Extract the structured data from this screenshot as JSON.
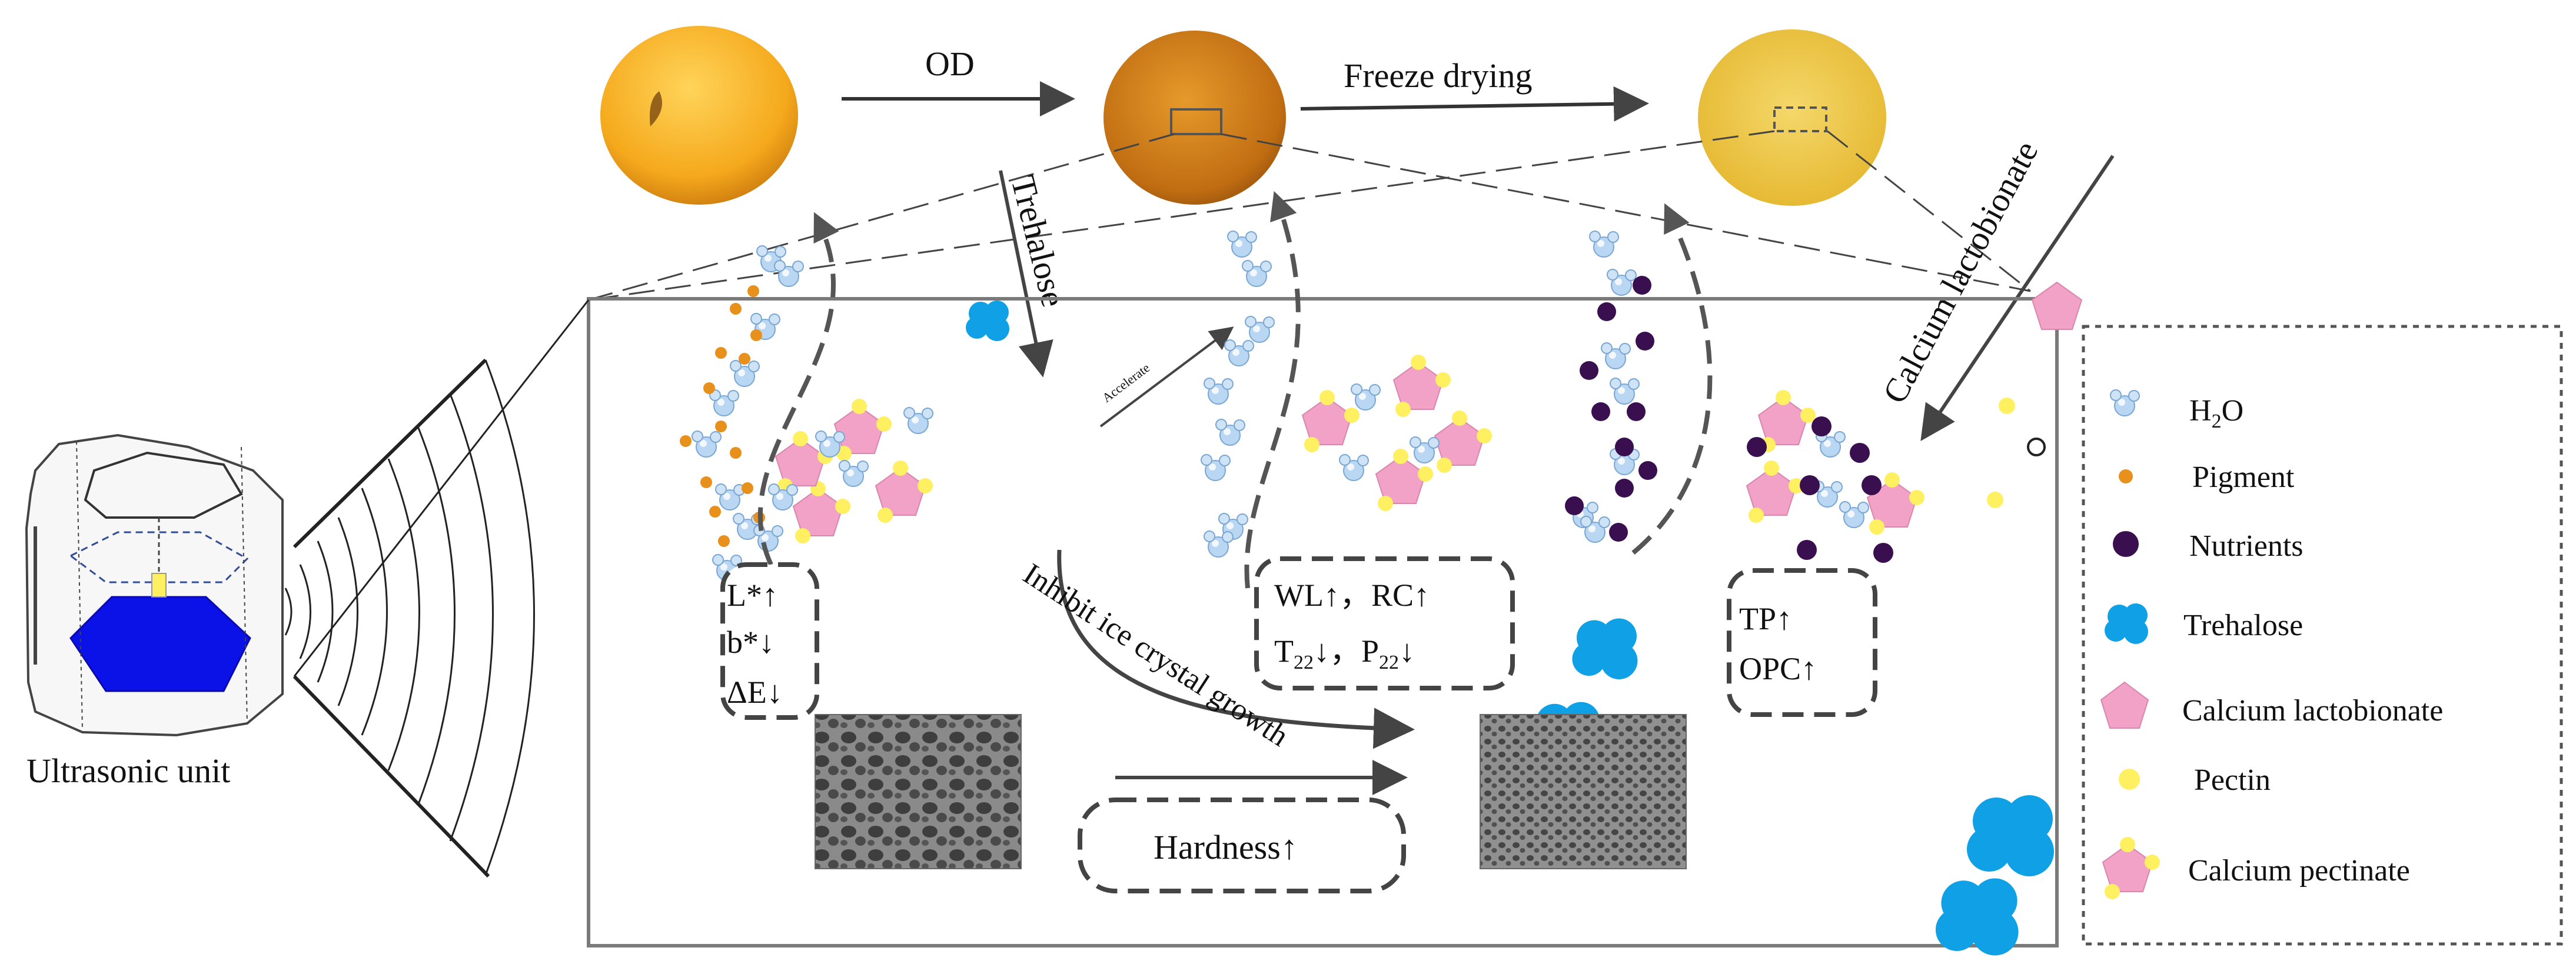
{
  "process": {
    "step1": "OD",
    "step2": "Freeze drying",
    "trehalose": "Trehalose",
    "calcium_lactobionate": "Calcium lactobionate",
    "accelerate": "Accelerate",
    "inhibit": "Inhibit ice crystal growth"
  },
  "device": {
    "label": "Ultrasonic unit"
  },
  "results": {
    "color_lines": [
      "L*↑",
      "b*↓",
      "ΔE↓"
    ],
    "water_line1": "WL↑，RC↑",
    "water_line2_t": "T",
    "water_line2_sub1": "22",
    "water_line2_mid": "↓，P",
    "water_line2_sub2": "22",
    "water_line2_end": "↓",
    "nutrient_lines": [
      "TP↑",
      "OPC↑"
    ],
    "hardness": "Hardness↑"
  },
  "legend": {
    "h2o_main": "H",
    "h2o_sub": "2",
    "h2o_end": "O",
    "items": [
      "Pigment",
      "Nutrients",
      "Trehalose",
      "Calcium lactobionate",
      "Pectin",
      "Calcium pectinate"
    ]
  },
  "colors": {
    "pigment": "#e8901c",
    "nutrients": "#3a0f4f",
    "trehalose": "#0fa0e6",
    "calcium_lactobionate": "#f2a2c6",
    "pectin": "#fff061",
    "water": "#9fc6ea",
    "frame": "#7a7a7a"
  }
}
